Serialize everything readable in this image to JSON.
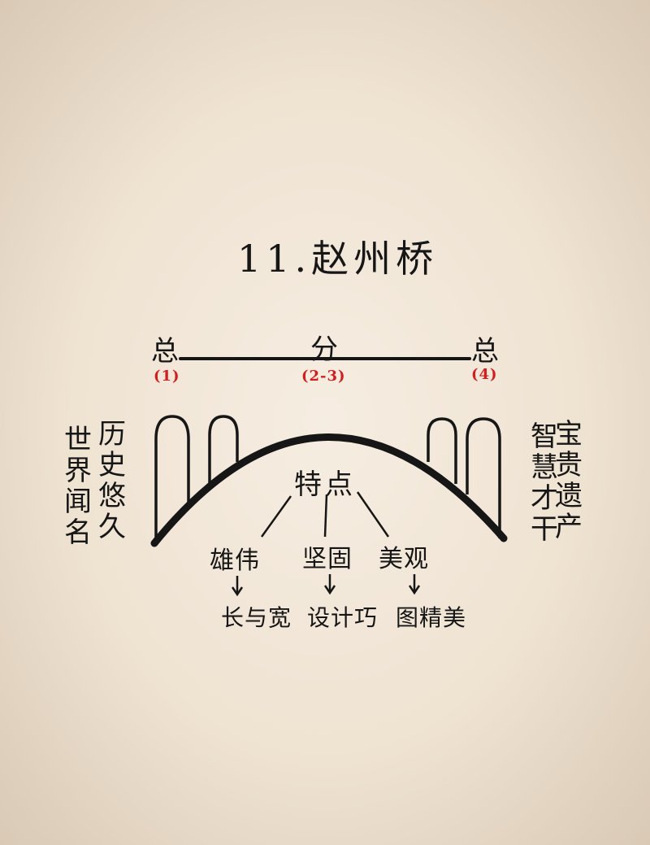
{
  "title": "11.赵州桥",
  "structure": {
    "left": {
      "label": "总",
      "num": "(1)"
    },
    "middle": {
      "label": "分",
      "num": "(2-3)"
    },
    "right": {
      "label": "总",
      "num": "(4)"
    }
  },
  "left_text": [
    "历史悠久",
    "世界闻名"
  ],
  "right_text": [
    "宝贵遗产",
    "智慧才干"
  ],
  "center": {
    "label": "特点",
    "branches": [
      {
        "label": "雄伟",
        "detail": "长与宽"
      },
      {
        "label": "坚固",
        "detail": "设计巧"
      },
      {
        "label": "美观",
        "detail": "图精美"
      }
    ]
  },
  "colors": {
    "ink": "#161616",
    "accent": "#d11e1e"
  }
}
